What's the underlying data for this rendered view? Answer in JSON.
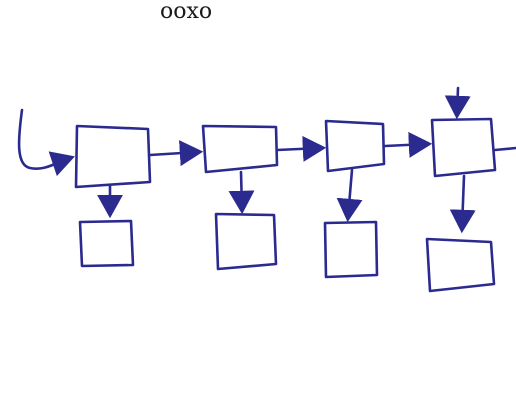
{
  "header": {
    "text": "ооxо"
  },
  "colors": {
    "ink": "#2b2a8f",
    "paper": "#ffffff"
  },
  "diagram": {
    "style": "hand-drawn block diagram",
    "top_row_blocks": 4,
    "bottom_row_blocks": 4
  }
}
